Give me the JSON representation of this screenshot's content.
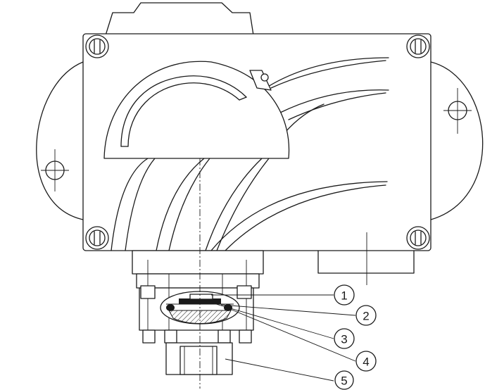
{
  "callouts": [
    {
      "label": "1"
    },
    {
      "label": "2"
    },
    {
      "label": "3"
    },
    {
      "label": "4"
    },
    {
      "label": "5"
    }
  ],
  "colors": {
    "line": "#1a1a1a",
    "background": "#ffffff"
  }
}
